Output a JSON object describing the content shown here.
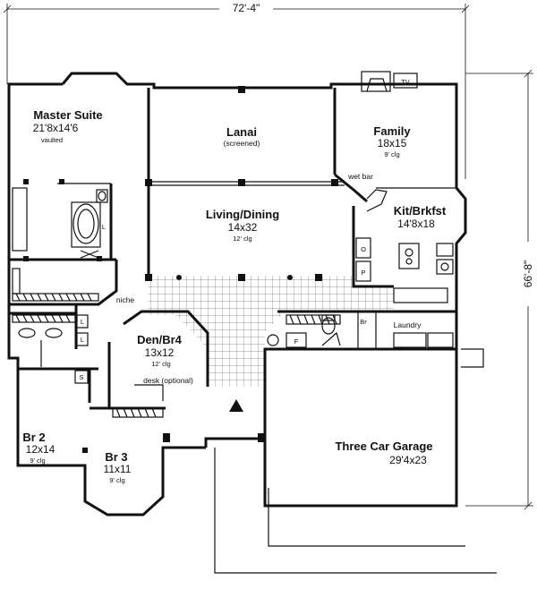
{
  "dimensions": {
    "overall_width": "72'-4\"",
    "overall_depth": "66'-8\""
  },
  "rooms": {
    "master": {
      "name": "Master Suite",
      "size": "21'8x14'6",
      "note": "vaulted"
    },
    "lanai": {
      "name": "Lanai",
      "note": "(screened)"
    },
    "family": {
      "name": "Family",
      "size": "18x15",
      "note": "9' clg"
    },
    "living": {
      "name": "Living/Dining",
      "size": "14x32",
      "note": "12' clg"
    },
    "kitchen": {
      "name": "Kit/Brkfst",
      "size": "14'8x18"
    },
    "den": {
      "name": "Den/Br4",
      "size": "13x12",
      "note": "12' clg"
    },
    "br2": {
      "name": "Br 2",
      "size": "12x14",
      "note": "9' clg"
    },
    "br3": {
      "name": "Br 3",
      "size": "11x11",
      "note": "9' clg"
    },
    "garage": {
      "name": "Three Car Garage",
      "size": "29'4x23"
    }
  },
  "fixtures": {
    "wet_bar": "wet bar",
    "tv": "TV",
    "niche": "niche",
    "laundry": "Laundry",
    "desk": "desk (optional)",
    "linen": "L",
    "shelf": "S",
    "oven": "O",
    "pantry": "P",
    "furnace": "F",
    "broom": "Br"
  }
}
